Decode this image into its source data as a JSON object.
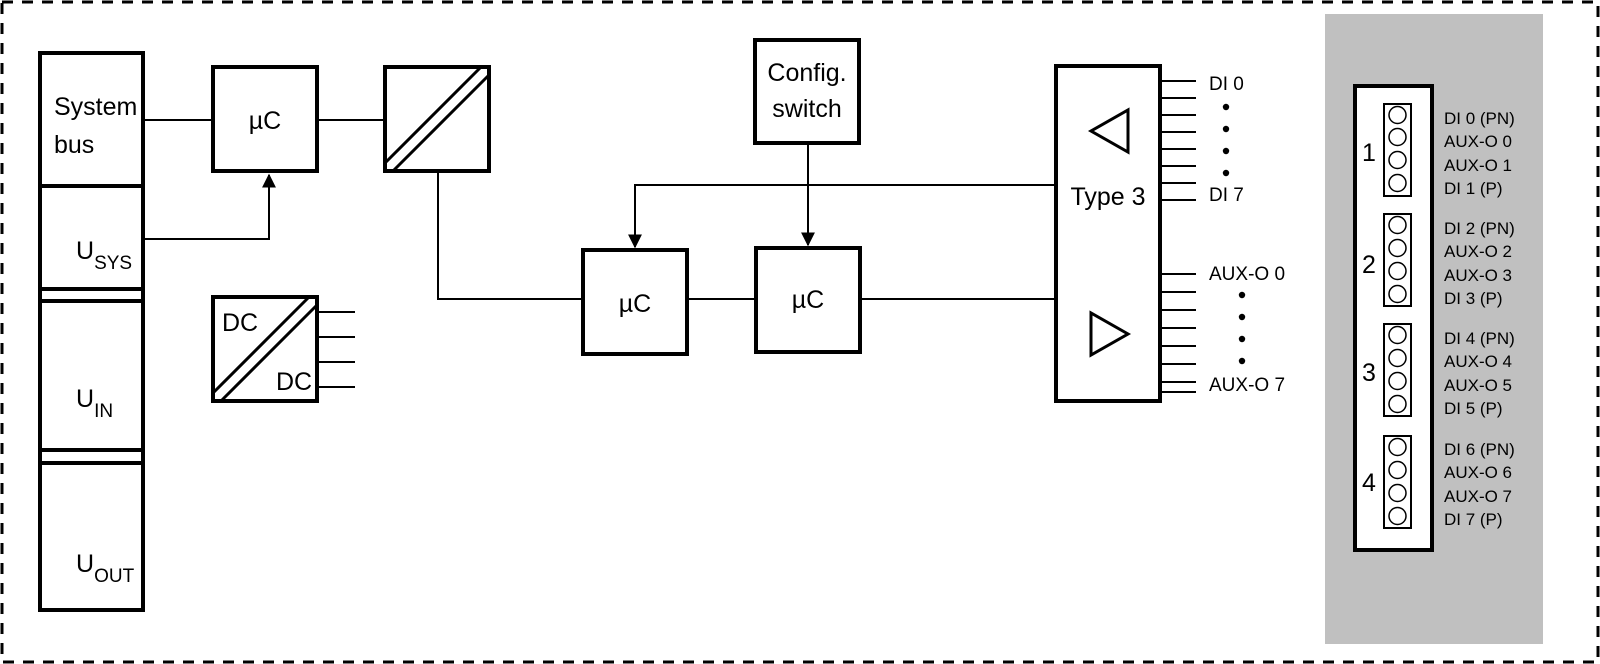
{
  "colors": {
    "stroke": "#000000",
    "panel": "#c0c0c0",
    "background": "#ffffff"
  },
  "left_bus": {
    "system_bus": [
      "System",
      "bus"
    ],
    "usys": {
      "main": "U",
      "sub": "SYS"
    },
    "uin": {
      "main": "U",
      "sub": "IN"
    },
    "uout": {
      "main": "U",
      "sub": "OUT"
    }
  },
  "blocks": {
    "uc_top": "µC",
    "dcdc_in": "DC",
    "dcdc_out": "DC",
    "config_switch": [
      "Config.",
      "switch"
    ],
    "uc_mid_left": "µC",
    "uc_mid_right": "µC",
    "type3": "Type 3"
  },
  "io_labels": {
    "di_first": "DI 0",
    "di_last": "DI 7",
    "aux_first": "AUX-O 0",
    "aux_last": "AUX-O 7"
  },
  "connectors": [
    {
      "number": "1",
      "pins": [
        "DI 0 (PN)",
        "AUX-O 0",
        "AUX-O 1",
        "DI 1 (P)"
      ]
    },
    {
      "number": "2",
      "pins": [
        "DI 2 (PN)",
        "AUX-O 2",
        "AUX-O 3",
        "DI 3 (P)"
      ]
    },
    {
      "number": "3",
      "pins": [
        "DI 4 (PN)",
        "AUX-O 4",
        "AUX-O 5",
        "DI 5 (P)"
      ]
    },
    {
      "number": "4",
      "pins": [
        "DI 6 (PN)",
        "AUX-O 6",
        "AUX-O 7",
        "DI 7 (P)"
      ]
    }
  ]
}
